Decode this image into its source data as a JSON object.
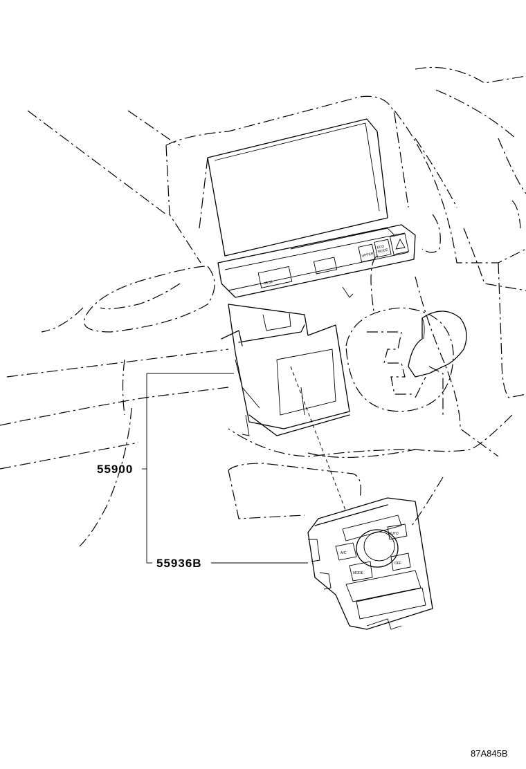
{
  "parts": [
    {
      "part_number": "55900"
    },
    {
      "part_number": "55936B"
    }
  ],
  "illustration_code": "87A845B",
  "panel_text": {
    "display_digits": "18.88",
    "upper_button": "UPPER",
    "eco_button": "ECO",
    "eco_button_line2": "MODE",
    "auto_button": "AUTO",
    "ac_button": "A/C",
    "mode_button": "MODE",
    "off_button": "OFF"
  },
  "colors": {
    "line": "#000000",
    "background": "#ffffff"
  }
}
